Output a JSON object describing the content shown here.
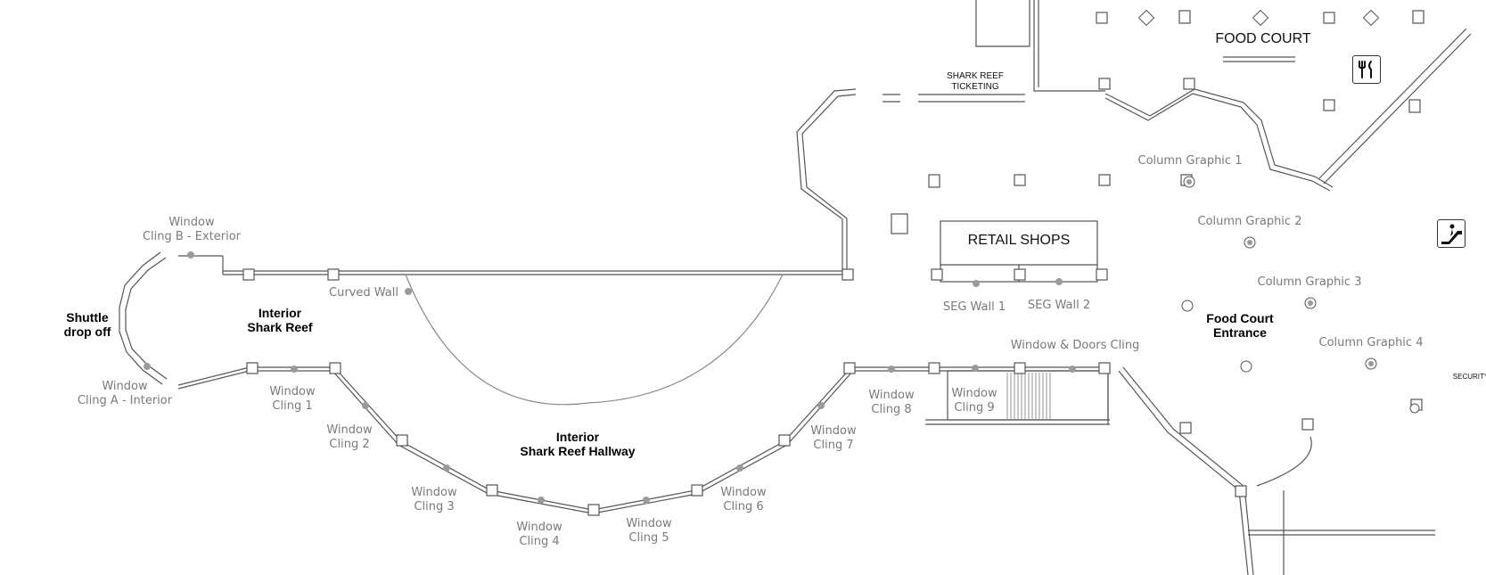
{
  "areas": {
    "shuttle": [
      "Shuttle",
      "drop off"
    ],
    "interior_shark_reef": [
      "Interior",
      "Shark Reef"
    ],
    "hallway": [
      "Interior",
      "Shark Reef Hallway"
    ],
    "food_court_entrance": [
      "Food Court",
      "Entrance"
    ]
  },
  "signs": {
    "food_court": "FOOD COURT",
    "retail_shops": "RETAIL SHOPS",
    "ticketing": [
      "SHARK REEF",
      "TICKETING"
    ],
    "security": "SECURITY"
  },
  "graphics": {
    "cling_b": [
      "Window",
      "Cling B - Exterior"
    ],
    "cling_a": [
      "Window",
      "Cling A - Interior"
    ],
    "curved_wall": "Curved Wall",
    "cling_1": [
      "Window",
      "Cling 1"
    ],
    "cling_2": [
      "Window",
      "Cling 2"
    ],
    "cling_3": [
      "Window",
      "Cling 3"
    ],
    "cling_4": [
      "Window",
      "Cling 4"
    ],
    "cling_5": [
      "Window",
      "Cling 5"
    ],
    "cling_6": [
      "Window",
      "Cling 6"
    ],
    "cling_7": [
      "Window",
      "Cling 7"
    ],
    "cling_8": [
      "Window",
      "Cling 8"
    ],
    "cling_9": [
      "Window",
      "Cling 9"
    ],
    "seg_wall_1": "SEG Wall 1",
    "seg_wall_2": "SEG Wall 2",
    "window_doors": "Window & Doors Cling",
    "column_1": "Column Graphic 1",
    "column_2": "Column Graphic 2",
    "column_3": "Column Graphic 3",
    "column_4": "Column Graphic 4"
  },
  "icons": {
    "food": "fork-knife-icon",
    "escalator": "escalator-icon"
  },
  "colors": {
    "marker": "#9a9a9a",
    "wall": "#555555",
    "label": "#7a7a7a"
  }
}
